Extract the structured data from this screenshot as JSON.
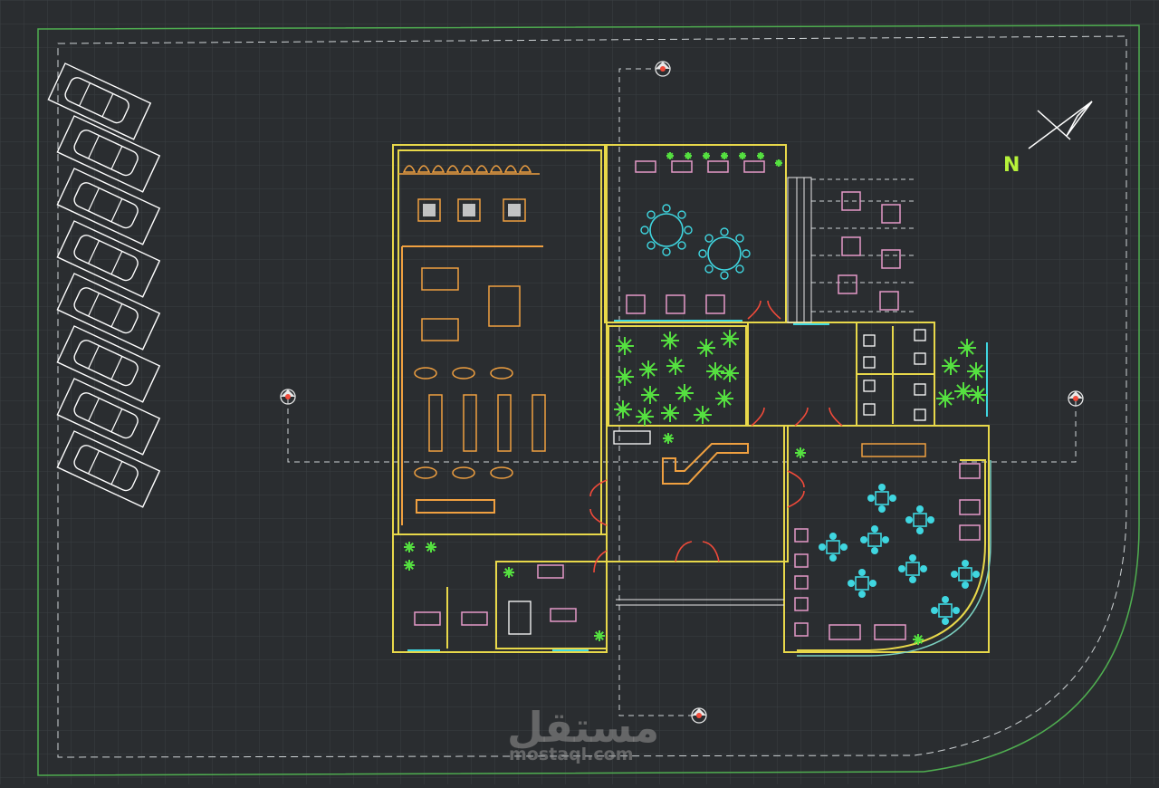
{
  "north_label": "N",
  "watermark": {
    "arabic": "مستقل",
    "latin": "mostaql.com"
  },
  "colors": {
    "background": "#2a2d30",
    "grid": "#3a3e42",
    "walls": "#e8d84a",
    "furniture_orange": "#f0a040",
    "furniture_pink": "#e59ac8",
    "furniture_cyan": "#3fd6e0",
    "plants": "#55e040",
    "doors": "#f04a3a",
    "site_boundary": "#4fae50",
    "cars": "#ffffff"
  },
  "icons": [
    "car-icon",
    "dining-table-icon",
    "plant-icon",
    "door-swing-icon",
    "north-arrow-icon",
    "section-marker-icon"
  ]
}
